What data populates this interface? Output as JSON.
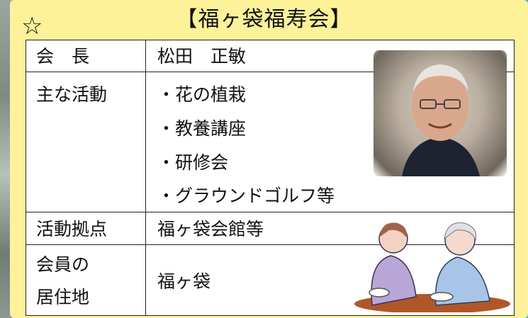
{
  "header": {
    "title": "【福ヶ袋福寿会】"
  },
  "rows": [
    {
      "label": "会　長",
      "values": [
        "松田　正敏"
      ]
    },
    {
      "label": "主な活動",
      "values": [
        "・花の植栽",
        "・教養講座",
        "・研修会",
        "・グラウンドゴルフ等"
      ]
    },
    {
      "label": "活動拠点",
      "values": [
        "福ヶ袋会館等"
      ]
    },
    {
      "label_lines": [
        "会員の",
        "居住地"
      ],
      "values": [
        "福ヶ袋"
      ]
    }
  ],
  "icons": {
    "star": "☆"
  },
  "colors": {
    "background": "#4fa9dc",
    "card": "#fdf29a",
    "table": "#ffffff",
    "border": "#222222"
  }
}
